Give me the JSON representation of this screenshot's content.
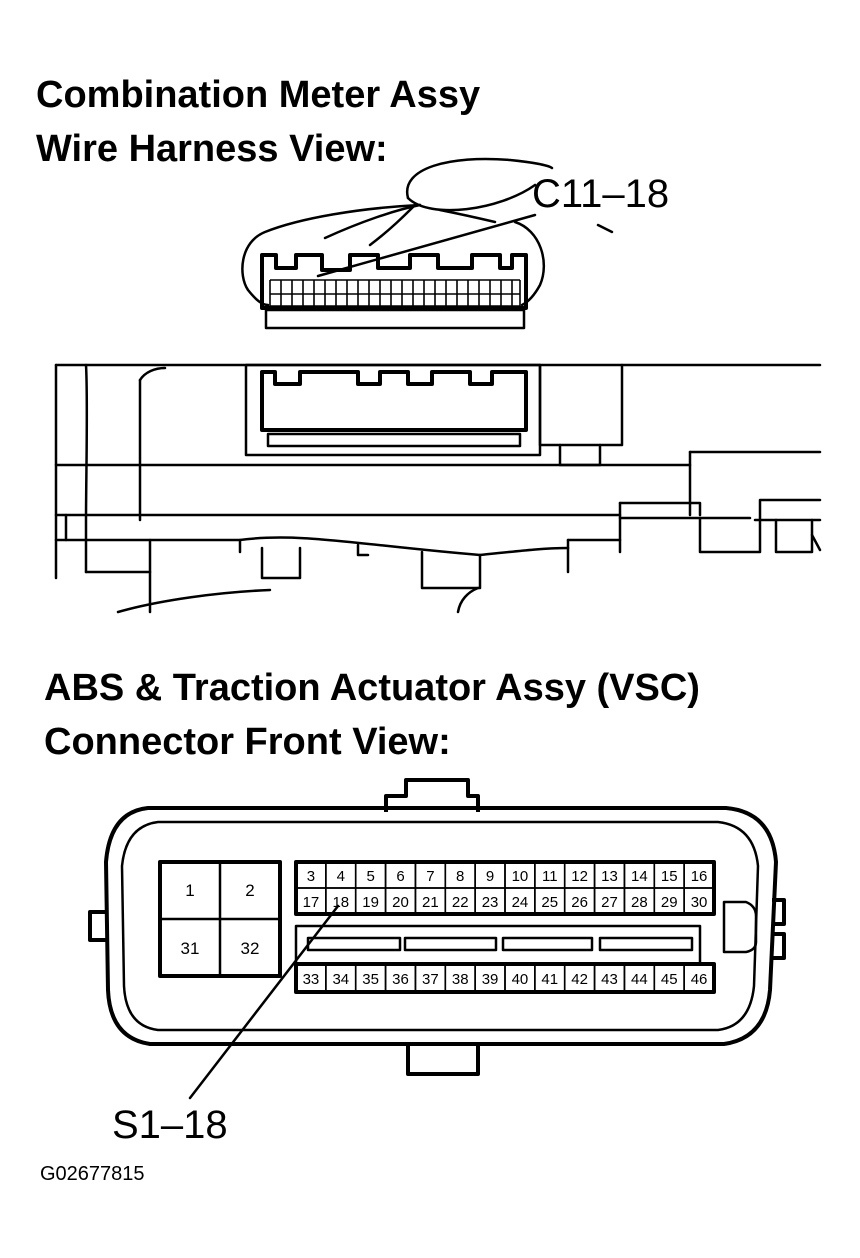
{
  "headings": {
    "meter_line1": "Combination Meter Assy",
    "meter_line2": "Wire Harness View:",
    "abs_line1": "ABS & Traction Actuator Assy (VSC)",
    "abs_line2": "Connector Front View:"
  },
  "callouts": {
    "meter_pin": "C11–18",
    "abs_pin": "S1–18"
  },
  "figure_code": "G02677815",
  "abs_connector": {
    "large_pins": [
      "1",
      "2",
      "31",
      "32"
    ],
    "row_top": [
      "3",
      "4",
      "5",
      "6",
      "7",
      "8",
      "9",
      "10",
      "11",
      "12",
      "13",
      "14",
      "15",
      "16"
    ],
    "row_middle": [
      "17",
      "18",
      "19",
      "20",
      "21",
      "22",
      "23",
      "24",
      "25",
      "26",
      "27",
      "28",
      "29",
      "30"
    ],
    "row_bottom": [
      "33",
      "34",
      "35",
      "36",
      "37",
      "38",
      "39",
      "40",
      "41",
      "42",
      "43",
      "44",
      "45",
      "46"
    ]
  }
}
